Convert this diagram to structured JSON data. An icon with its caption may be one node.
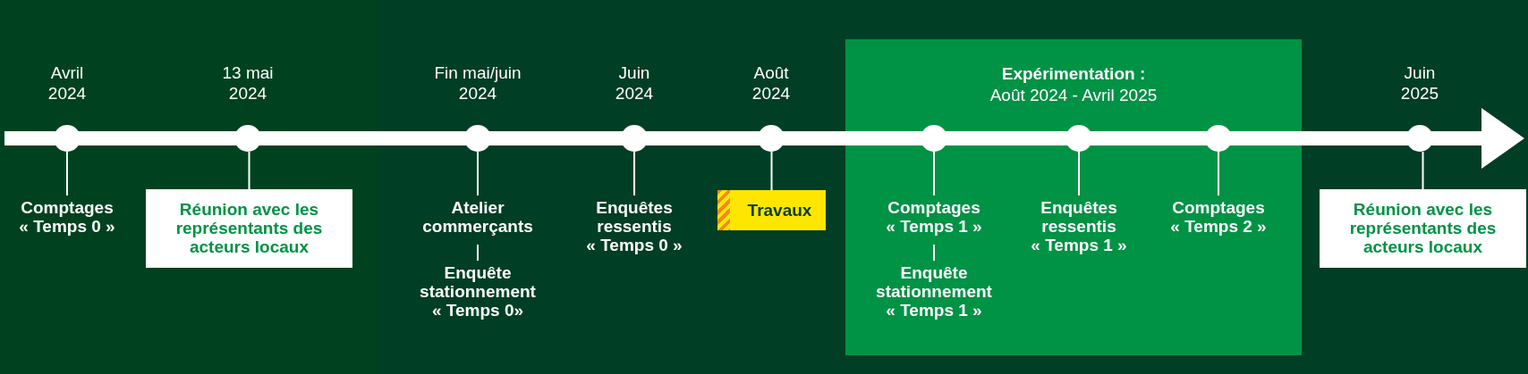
{
  "diagram": {
    "nodes": [
      {
        "text": [
          "Expérimentation :",
          "Août 2024 - Avril 2025"
        ]
      },
      {
        "text": [],
        "shape": "circle",
        "beside": [
          "Avril 2024"
        ]
      },
      {
        "text": [
          "Comptages « Temps 0 »"
        ]
      },
      {
        "text": [],
        "shape": "circle",
        "beside": [
          "13 mai 2024"
        ]
      },
      {
        "text": [
          "Réunion avec les représentants des acteurs locaux"
        ]
      },
      {
        "text": [],
        "shape": "circle",
        "beside": [
          "Fin mai/juin 2024"
        ]
      },
      {
        "text": [
          "Atelier commerçants"
        ]
      },
      {
        "text": [
          "Enquête stationnement « Temps 0»"
        ]
      },
      {
        "text": [],
        "shape": "circle",
        "beside": [
          "Juin 2024"
        ]
      },
      {
        "text": [
          "Enquêtes ressentis « Temps 0 »"
        ]
      },
      {
        "text": [],
        "shape": "circle",
        "beside": [
          "Août 2024"
        ]
      },
      {
        "text": [
          "Travaux"
        ]
      },
      {
        "text": [],
        "shape": "circle",
        "in": 0
      },
      {
        "text": [
          "Comptages « Temps 1 »"
        ],
        "in": 0
      },
      {
        "text": [
          "Enquête stationnement « Temps 1 »"
        ],
        "in": 0
      },
      {
        "text": [],
        "shape": "circle",
        "in": 0
      },
      {
        "text": [
          "Enquêtes ressentis « Temps 1 »"
        ],
        "in": 0
      },
      {
        "text": [],
        "shape": "circle",
        "in": 0
      },
      {
        "text": [
          "Comptages « Temps 2 »"
        ],
        "in": 0
      },
      {
        "text": [],
        "shape": "circle",
        "beside": [
          "Juin 2025"
        ]
      },
      {
        "text": [
          "Réunion avec les représentants des acteurs locaux"
        ]
      }
    ],
    "edges": [
      {
        "from": 1,
        "to": 2,
        "arrow": "none"
      },
      {
        "from": 3,
        "to": 4,
        "arrow": "none"
      },
      {
        "from": 5,
        "to": 6,
        "arrow": "none"
      },
      {
        "from": 6,
        "to": 7,
        "arrow": "none"
      },
      {
        "from": 8,
        "to": 9,
        "arrow": "none"
      },
      {
        "from": 10,
        "to": 11,
        "arrow": "none"
      },
      {
        "from": 12,
        "to": 13,
        "arrow": "none"
      },
      {
        "from": 13,
        "to": 14,
        "arrow": "none"
      },
      {
        "from": 15,
        "to": 16,
        "arrow": "none"
      },
      {
        "from": 17,
        "to": 18,
        "arrow": "none"
      },
      {
        "from": 19,
        "to": 20,
        "arrow": "none"
      }
    ]
  }
}
